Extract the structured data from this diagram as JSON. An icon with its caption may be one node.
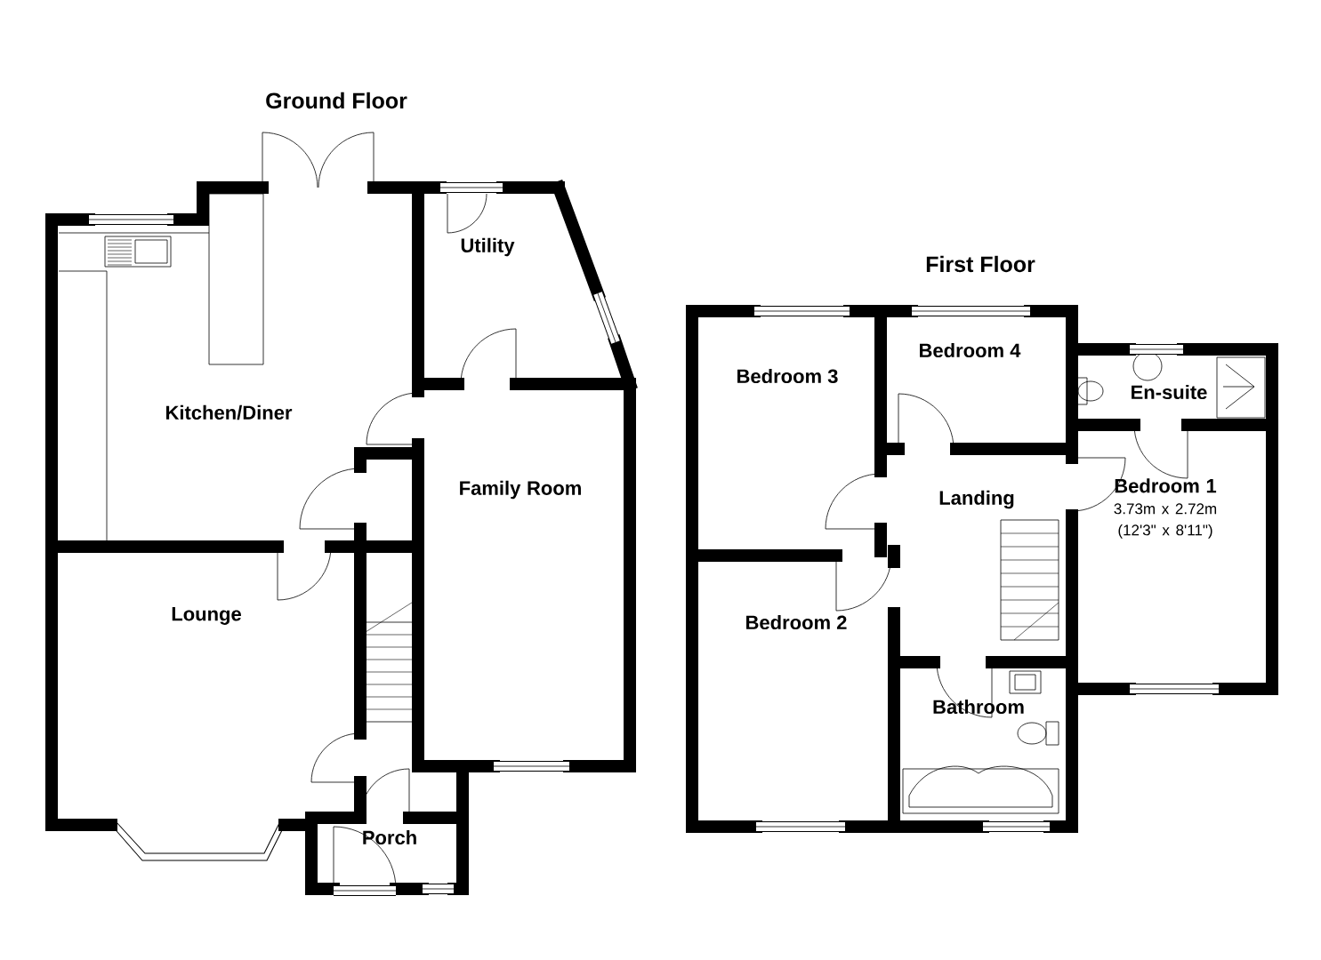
{
  "diagram": {
    "nodes": [
      {
        "text": [
          "Kitchen/Diner"
        ]
      },
      {
        "text": [
          "Utility"
        ]
      },
      {
        "text": [
          "Family Room"
        ]
      },
      {
        "text": [
          "Lounge"
        ]
      },
      {
        "text": [
          "Porch"
        ]
      },
      {
        "text": [
          "Bedroom 3"
        ]
      },
      {
        "text": [
          "Bedroom 4"
        ]
      },
      {
        "text": [
          "En-suite"
        ]
      },
      {
        "text": [
          "Bedroom 1",
          "3.73m x 2.72m (12'3\" x 8'11\")"
        ]
      },
      {
        "text": [
          "Landing"
        ]
      },
      {
        "text": [
          "Bedroom 2"
        ]
      },
      {
        "text": [
          "Bathroom"
        ]
      }
    ],
    "labels": [
      "Ground Floor",
      "First Floor"
    ]
  }
}
